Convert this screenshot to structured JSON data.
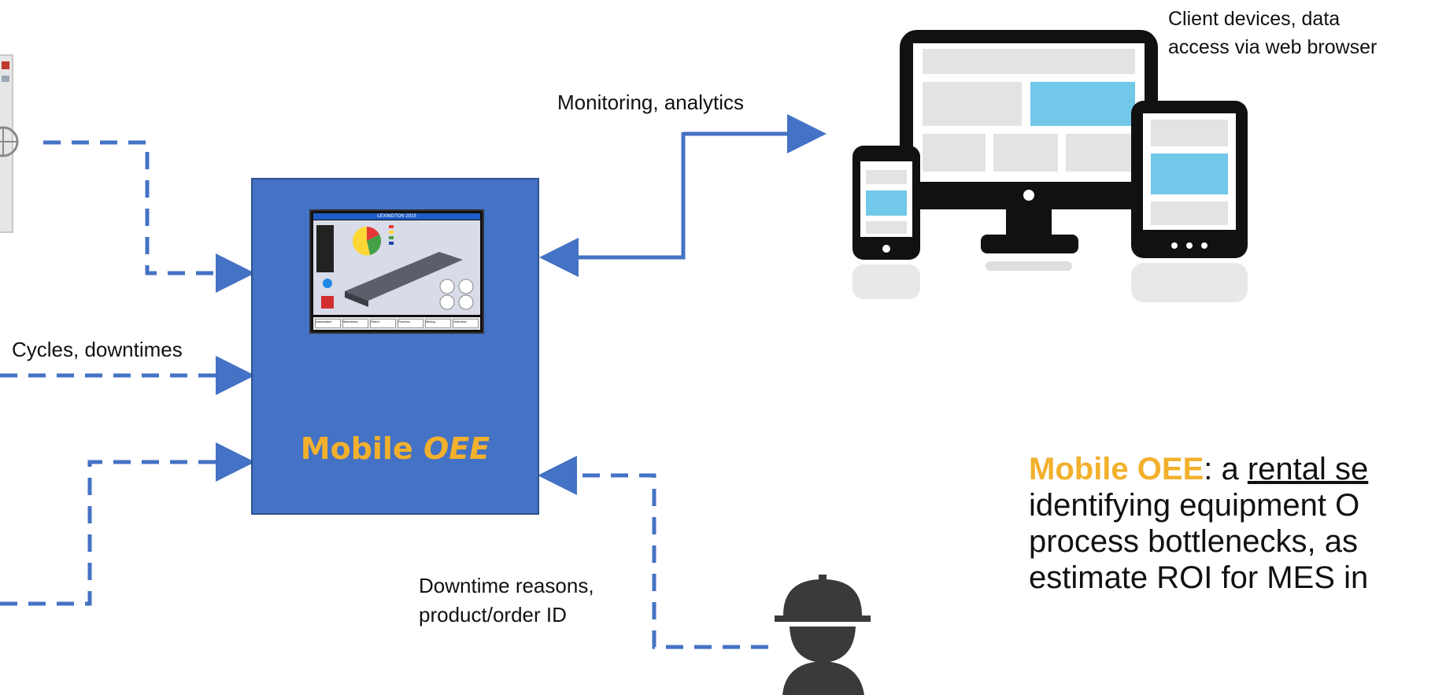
{
  "labels": {
    "monitoring": "Monitoring, analytics",
    "client_line1": "Client devices, data",
    "client_line2": "access via web browser",
    "cycles": "Cycles, downtimes",
    "reasons_line1": "Downtime reasons,",
    "reasons_line2": "product/order ID"
  },
  "box": {
    "title_main": "Mobile ",
    "title_italic": "OEE"
  },
  "hmi": {
    "header": "LEXINGTON 2015",
    "tabs": [
      "Automation",
      "Machinery",
      "Robot",
      "Process",
      "Mixing",
      "Overview"
    ]
  },
  "description": {
    "brand": "Mobile OEE",
    "colon": ": a ",
    "underlined": "rental se",
    "line2": "identifying equipment O",
    "line3": "process bottlenecks, as",
    "line4": "estimate ROI for MES in"
  },
  "colors": {
    "accent_blue": "#4472c4",
    "brand_yellow": "#f2b02c",
    "screen_cyan": "#72c8e8"
  }
}
